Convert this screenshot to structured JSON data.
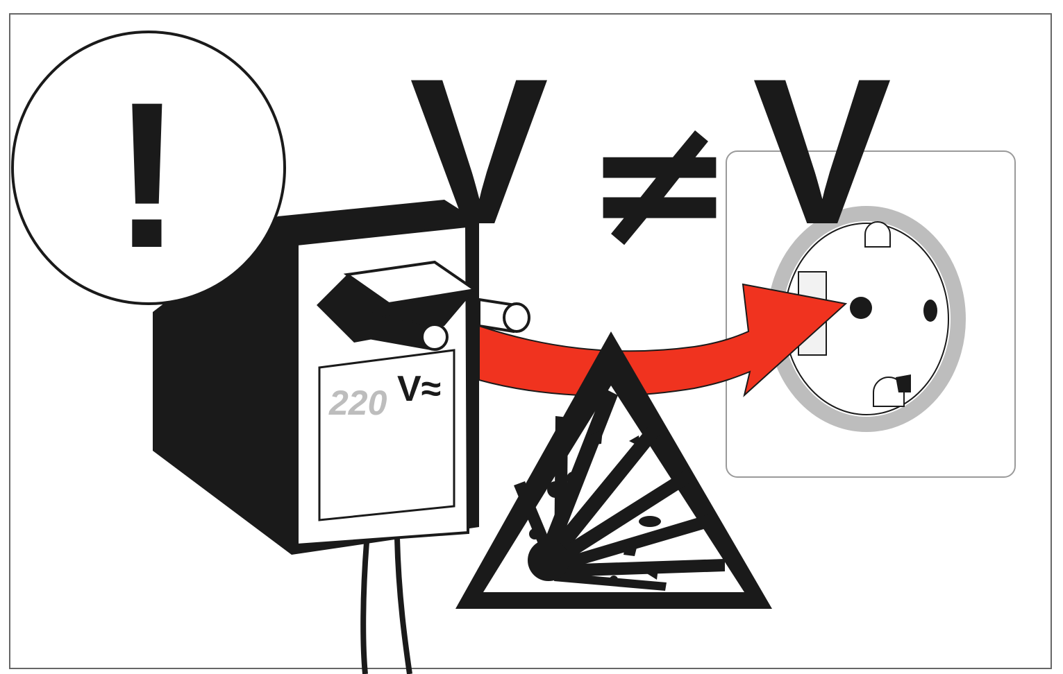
{
  "warning": {
    "exclamation": "!",
    "left_voltage_symbol": "V",
    "not_equal_symbol": "≠",
    "right_voltage_symbol": "V"
  },
  "adapter": {
    "rating_value": "220",
    "rating_unit": "V≈"
  },
  "colors": {
    "ink": "#1a1a1a",
    "arrow": "#f0331f",
    "socket_ring": "#bdbdbd",
    "socket_plate_border": "#9a9a9a"
  },
  "icons": {
    "warning_circle": "exclamation-circle-icon",
    "explosion": "explosion-warning-triangle-icon",
    "arrow": "curved-arrow-icon",
    "socket": "wall-socket-icon",
    "plug": "power-plug-icon"
  }
}
